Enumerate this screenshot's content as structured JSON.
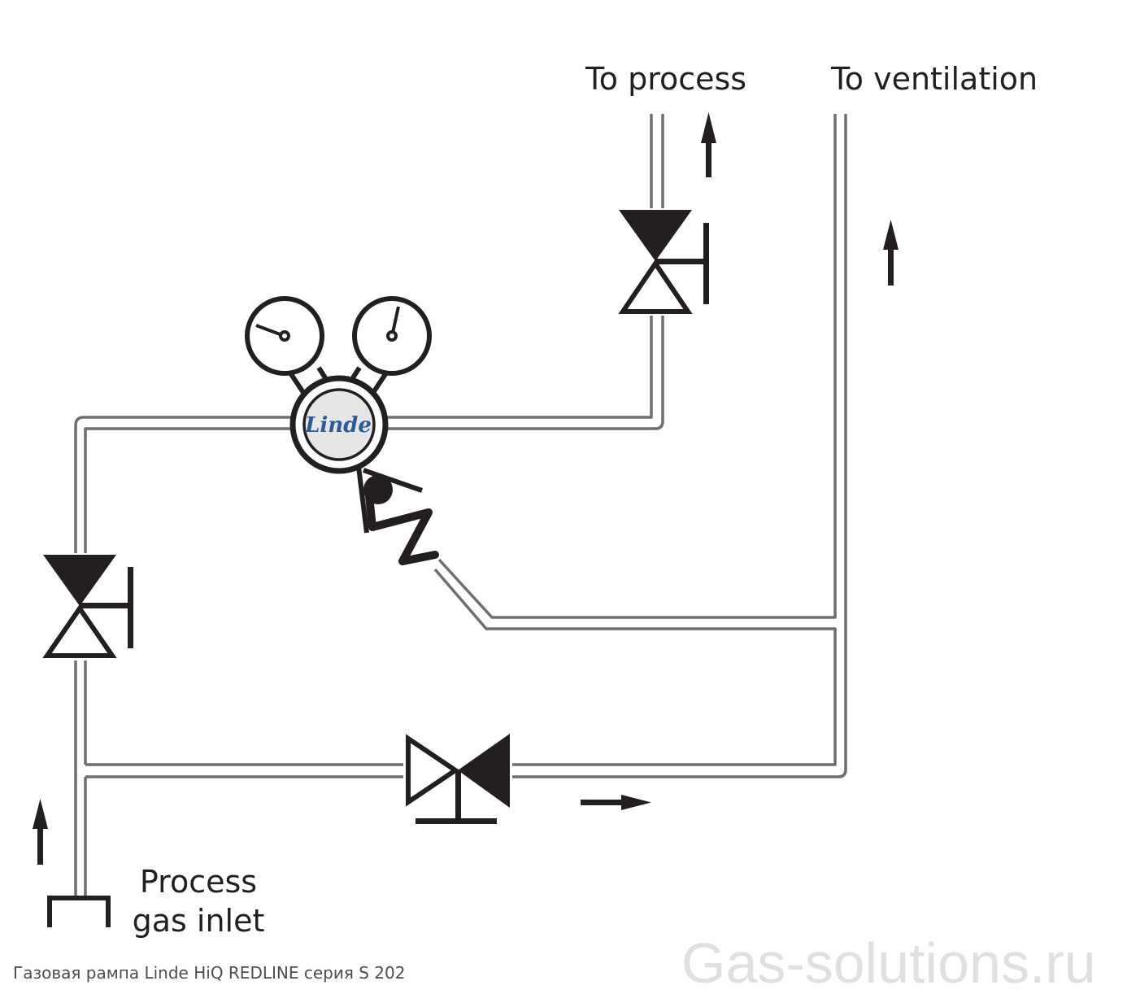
{
  "labels": {
    "to_process": "To process",
    "to_ventilation": "To ventilation",
    "inlet_line1": "Process",
    "inlet_line2": "gas inlet"
  },
  "regulator": {
    "brand": "Linde",
    "brand_color": "#2a5c9a",
    "face_color": "#e6e6e7"
  },
  "caption": "Газовая рампа Linde HiQ REDLINE серия S 202",
  "watermark": "Gas-solutions.ru",
  "colors": {
    "pipe": "#6d6e71",
    "symbol": "#231f20",
    "caption": "#4d4d4f",
    "watermark": "#e0e0e0"
  }
}
